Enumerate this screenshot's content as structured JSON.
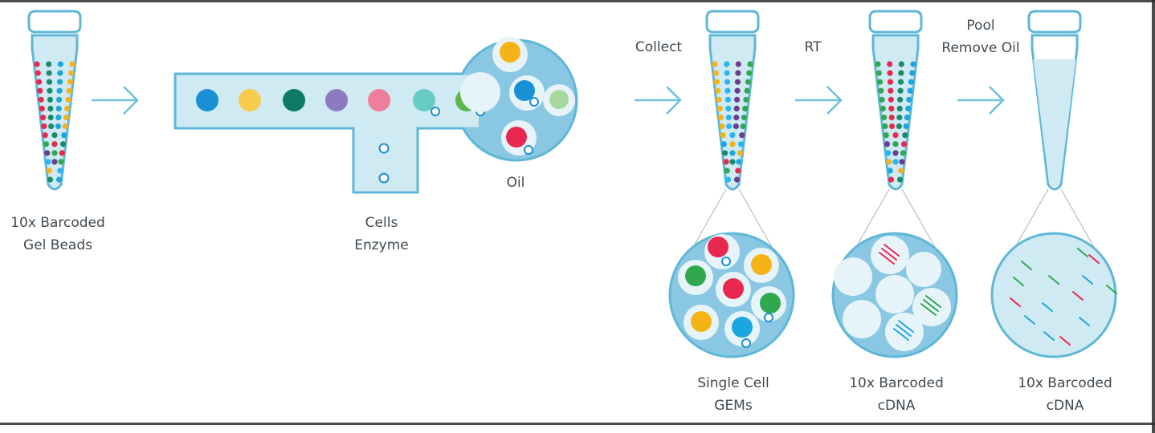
{
  "labels": {
    "gel_beads": [
      "10x Barcoded",
      "Gel Beads"
    ],
    "cells_enzyme": [
      "Cells",
      "Enzyme"
    ],
    "oil": "Oil",
    "collect": "Collect",
    "rt": "RT",
    "pool_remove_oil": [
      "Pool",
      "Remove Oil"
    ],
    "single_cell_gems": [
      "Single Cell",
      "GEMs"
    ],
    "barcoded_cdna_1": [
      "10x Barcoded",
      "cDNA"
    ],
    "barcoded_cdna_2": [
      "10x Barcoded",
      "cDNA"
    ]
  },
  "colors": {
    "fluid": "#cfeaf3",
    "outline": "#5fb7d6",
    "droplet_fill": "#89c7e3",
    "bubble": "#e6f4f9",
    "arrow": "#6ec1dd",
    "text": "#404a52"
  },
  "bead_colors": [
    "#1a90d4",
    "#f5cc4c",
    "#0c7a66",
    "#8e7bbf",
    "#ef7d9c",
    "#67ccc4",
    "#5cb548"
  ],
  "tube_dot_palette": [
    "#e8284f",
    "#f6b318",
    "#2fa84f",
    "#1ca6e0",
    "#6b3d8f",
    "#1b8a6b",
    "#29b6f6"
  ]
}
